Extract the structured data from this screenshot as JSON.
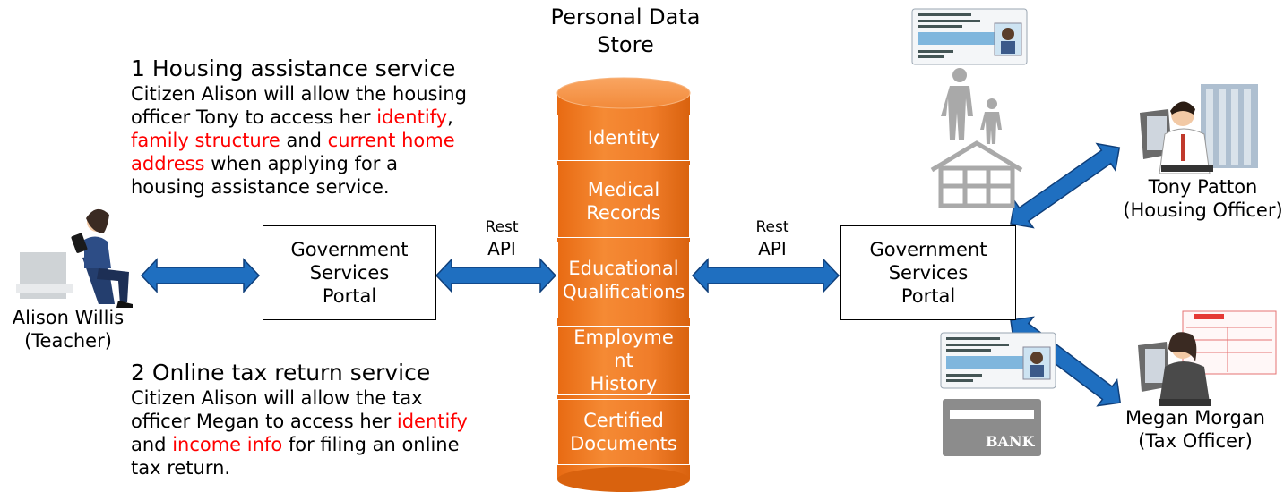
{
  "store": {
    "title_line1": "Personal Data",
    "title_line2": "Store",
    "segments": [
      {
        "line1": "Identity",
        "line2": ""
      },
      {
        "line1": "Medical",
        "line2": "Records"
      },
      {
        "line1": "Educational",
        "line2": "Qualifications"
      },
      {
        "line1": "Employme",
        "line2": "nt",
        "line3": "History"
      },
      {
        "line1": "Certified",
        "line2": "Documents"
      }
    ],
    "color": "#f07d2a"
  },
  "service1": {
    "heading": "1 Housing assistance service",
    "t1": "Citizen Alison will allow the housing",
    "t2": "officer Tony to access her ",
    "r1": "identify",
    "t3": ",",
    "r2": "family structure",
    "t4": " and ",
    "r3": "current home",
    "r4": "address",
    "t5": " when applying for a",
    "t6": "housing assistance service."
  },
  "service2": {
    "heading": "2 Online tax return service",
    "t1": "Citizen Alison will allow the tax",
    "t2": "officer Megan to access her ",
    "r1": "identify",
    "t3": "and ",
    "r2": "income info",
    "t4": " for filing an online",
    "t5": "tax return."
  },
  "portal_left": {
    "line1": "Government",
    "line2": "Services",
    "line3": "Portal"
  },
  "portal_right": {
    "line1": "Government",
    "line2": "Services",
    "line3": "Portal"
  },
  "api_left": {
    "line1": "Rest",
    "line2": "API"
  },
  "api_right": {
    "line1": "Rest",
    "line2": "API"
  },
  "alison": {
    "name": "Alison Willis",
    "role": "(Teacher)"
  },
  "tony": {
    "name": "Tony Patton",
    "role": "(Housing Officer)"
  },
  "megan": {
    "name": "Megan Morgan",
    "role": "(Tax Officer)"
  },
  "bank_label": "BANK",
  "arrow_color": "#1f6fc0"
}
